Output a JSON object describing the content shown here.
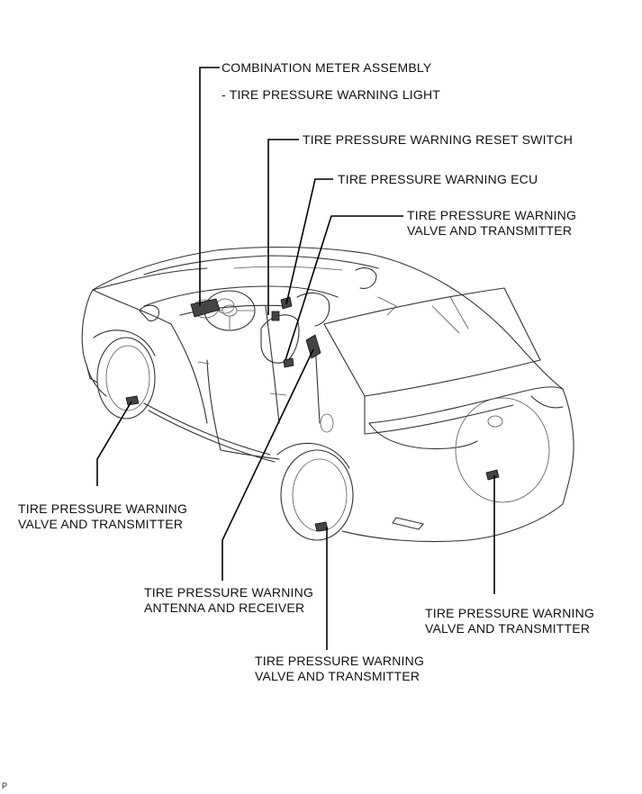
{
  "labels": {
    "combination_meter": "COMBINATION METER ASSEMBLY",
    "warning_light": "- TIRE PRESSURE WARNING LIGHT",
    "reset_switch": "TIRE PRESSURE WARNING RESET SWITCH",
    "ecu": "TIRE PRESSURE WARNING ECU",
    "valve_top_right": [
      "TIRE PRESSURE WARNING",
      "VALVE AND TRANSMITTER"
    ],
    "valve_front_left": [
      "TIRE PRESSURE WARNING",
      "VALVE AND TRANSMITTER"
    ],
    "antenna_receiver": [
      "TIRE PRESSURE WARNING",
      "ANTENNA AND RECEIVER"
    ],
    "valve_rear_left": [
      "TIRE PRESSURE WARNING",
      "VALVE AND TRANSMITTER"
    ],
    "valve_spare": [
      "TIRE PRESSURE WARNING",
      "VALVE AND TRANSMITTER"
    ]
  },
  "footer_code": "P"
}
